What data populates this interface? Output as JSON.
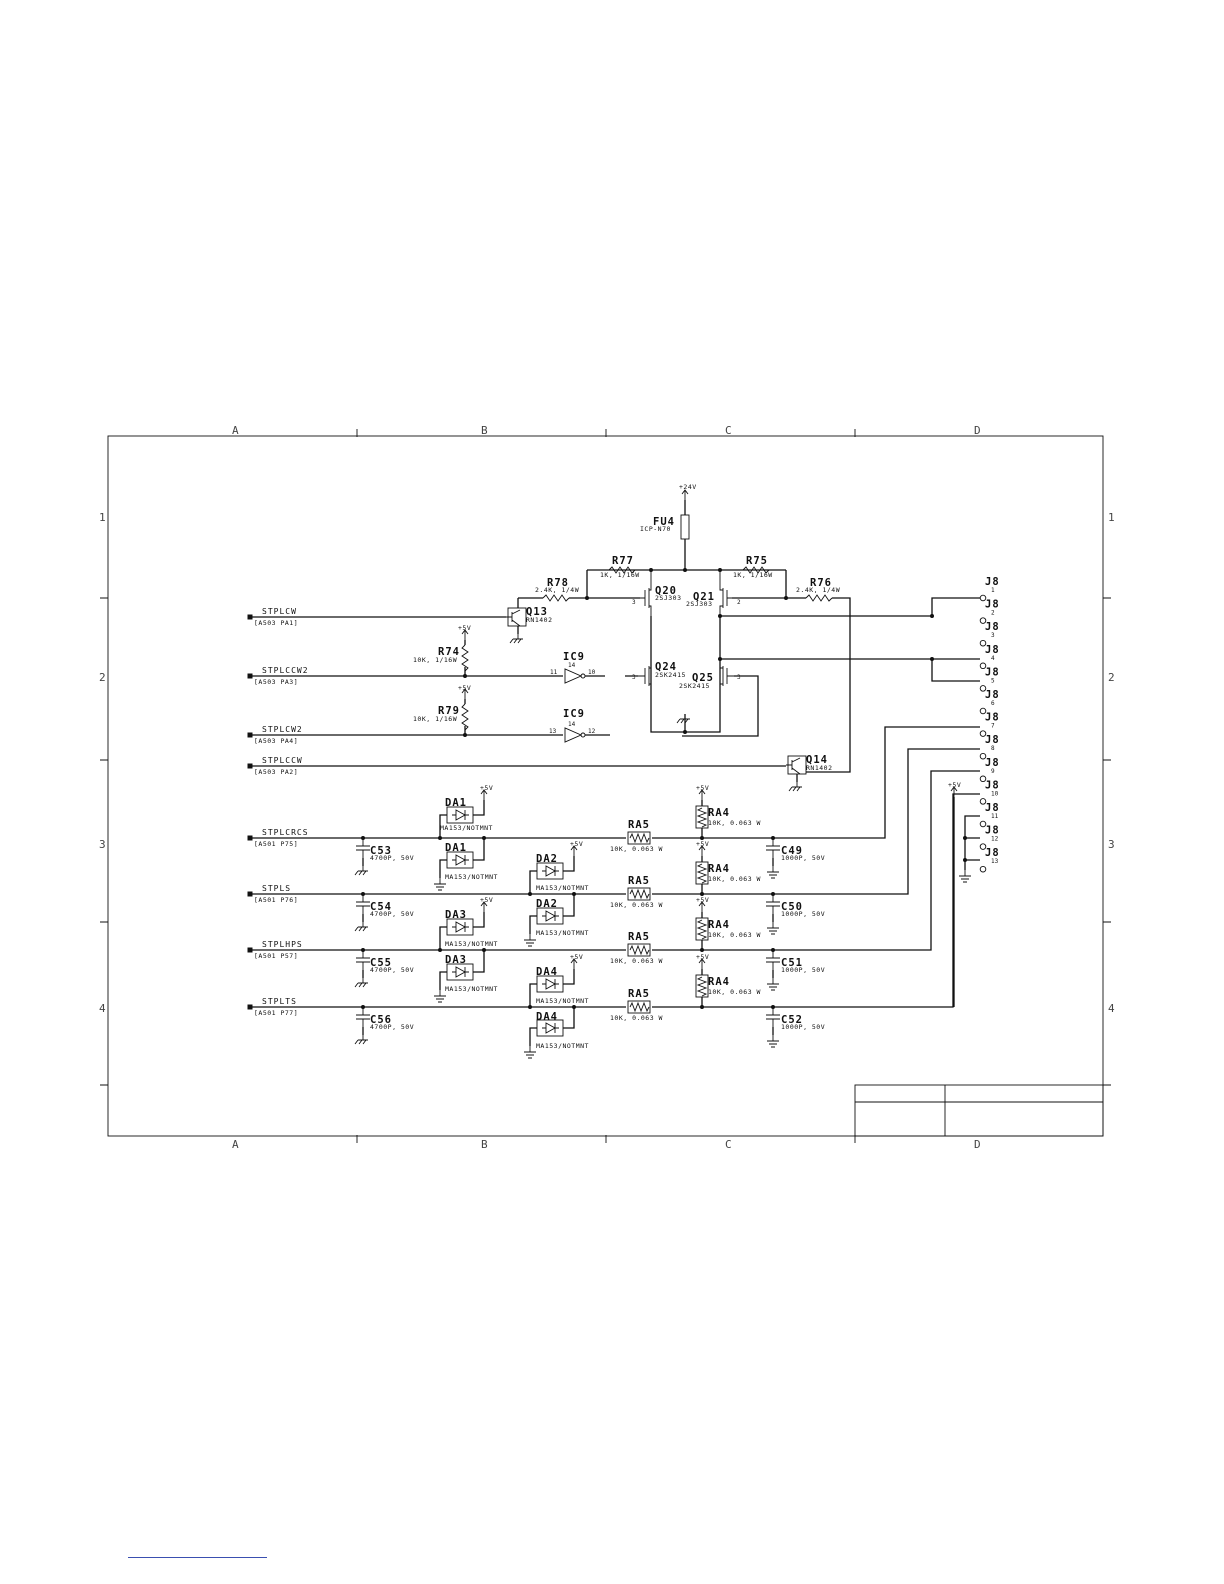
{
  "frame": {
    "columns": [
      "A",
      "B",
      "C",
      "D"
    ],
    "rows": [
      "1",
      "2",
      "3",
      "4"
    ]
  },
  "power": {
    "v24": "+24V",
    "v5": "+5V"
  },
  "fuse": {
    "ref": "FU4",
    "value": "ICP-N70"
  },
  "resistors": {
    "r77": {
      "ref": "R77",
      "value": "1K, 1/16W"
    },
    "r75": {
      "ref": "R75",
      "value": "1K, 1/16W"
    },
    "r78": {
      "ref": "R78",
      "value": "2.4K, 1/4W"
    },
    "r76": {
      "ref": "R76",
      "value": "2.4K, 1/4W"
    },
    "r74": {
      "ref": "R74",
      "value": "10K, 1/16W"
    },
    "r79": {
      "ref": "R79",
      "value": "10K, 1/16W"
    },
    "ra5": {
      "ref": "RA5",
      "value": "10K, 0.063 W"
    },
    "ra4": {
      "ref": "RA4",
      "value": "10K, 0.063 W"
    }
  },
  "transistors": {
    "q20": {
      "ref": "Q20",
      "value": "2SJ303"
    },
    "q21": {
      "ref": "Q21",
      "value": "2SJ303"
    },
    "q24": {
      "ref": "Q24",
      "value": "2SK2415"
    },
    "q25": {
      "ref": "Q25",
      "value": "2SK2415"
    },
    "q13": {
      "ref": "Q13",
      "value": "RN1402"
    },
    "q14": {
      "ref": "Q14",
      "value": "RN1402"
    }
  },
  "ic": {
    "ref": "IC9"
  },
  "signals": {
    "stplcw": {
      "name": "STPLCW",
      "port": "[A503 PA1]"
    },
    "stplccw2": {
      "name": "STPLCCW2",
      "port": "[A503 PA3]"
    },
    "stplcw2": {
      "name": "STPLCW2",
      "port": "[A503 PA4]"
    },
    "stplccw": {
      "name": "STPLCCW",
      "port": "[A503 PA2]"
    },
    "stplcrcs": {
      "name": "STPLCRCS",
      "port": "[A501 P75]"
    },
    "stpls": {
      "name": "STPLS",
      "port": "[A501 P76]"
    },
    "stplhps": {
      "name": "STPLHPS",
      "port": "[A501 P57]"
    },
    "stplts": {
      "name": "STPLTS",
      "port": "[A501 P77]"
    }
  },
  "diodes": {
    "da1": "DA1",
    "da2": "DA2",
    "da3": "DA3",
    "da4": "DA4",
    "part": "MA153/NOTMNT"
  },
  "caps_in": {
    "c53": {
      "ref": "C53",
      "value": "4700P, 50V"
    },
    "c54": {
      "ref": "C54",
      "value": "4700P, 50V"
    },
    "c55": {
      "ref": "C55",
      "value": "4700P, 50V"
    },
    "c56": {
      "ref": "C56",
      "value": "4700P, 50V"
    }
  },
  "caps_out": {
    "c49": {
      "ref": "C49",
      "value": "1000P, 50V"
    },
    "c50": {
      "ref": "C50",
      "value": "1000P, 50V"
    },
    "c51": {
      "ref": "C51",
      "value": "1000P, 50V"
    },
    "c52": {
      "ref": "C52",
      "value": "1000P, 50V"
    }
  },
  "connector": {
    "ref": "J8",
    "pins": [
      "1",
      "2",
      "3",
      "4",
      "5",
      "6",
      "7",
      "8",
      "9",
      "10",
      "11",
      "12",
      "13"
    ]
  }
}
